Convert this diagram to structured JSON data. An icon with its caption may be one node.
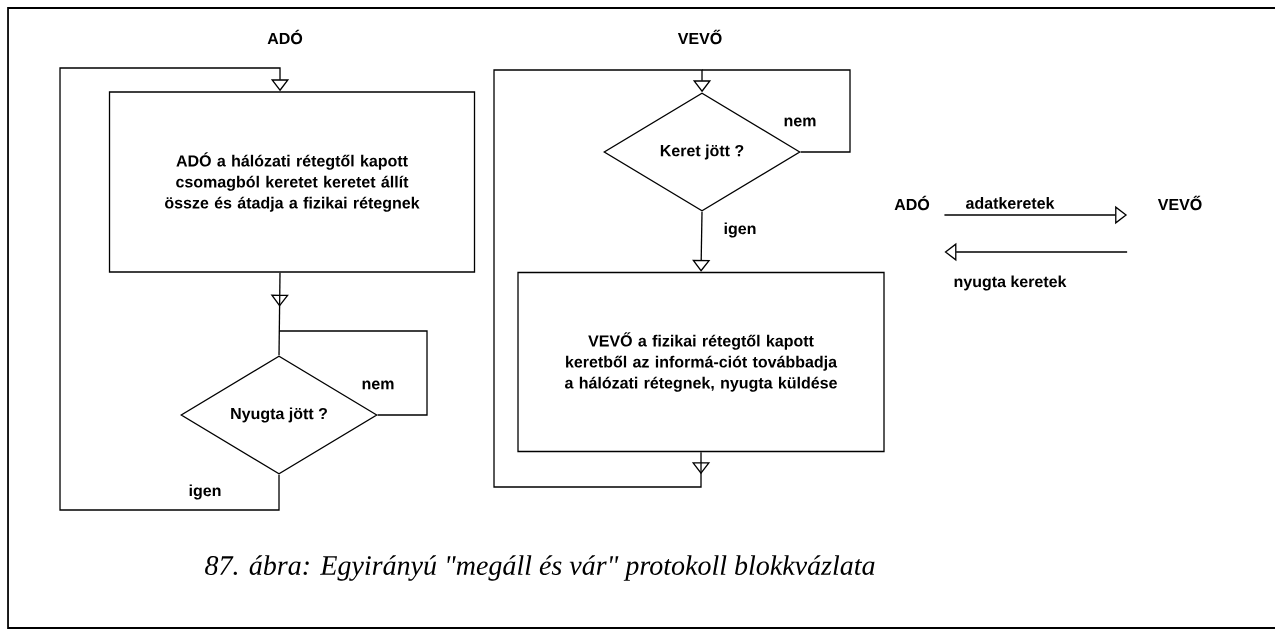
{
  "diagram": {
    "caption": "87. ábra: Egyirányú \"megáll és vár\" protokoll blokkvázlata",
    "nodes": [
      {
        "text": [
          "ADÓ a hálózati rétegtől kapott csomagból keretet keretet állít össze és átadja a fizikai rétegnek"
        ]
      },
      {
        "text": [
          "Nyugta jött ?"
        ]
      },
      {
        "text": [
          "Keret jött ?"
        ]
      },
      {
        "text": [
          "VEVŐ a fizikai rétegtől kapott keretből az informá-ciót továbbadja a hálózati rétegnek, nyugta küldése"
        ]
      },
      {
        "text": [
          "ADÓ"
        ]
      },
      {
        "text": [
          "VEVŐ"
        ]
      }
    ],
    "edges": [
      {
        "from": 0,
        "to": 1,
        "arrow": "to"
      },
      {
        "from": 1,
        "to": 1,
        "arrow": "none",
        "label": "nem"
      },
      {
        "from": 1,
        "to": 0,
        "arrow": "to",
        "label": "igen"
      },
      {
        "from": 2,
        "to": 2,
        "arrow": "none",
        "label": "nem"
      },
      {
        "from": 2,
        "to": 3,
        "arrow": "to",
        "label": "igen"
      },
      {
        "from": 3,
        "to": 2,
        "arrow": "to"
      },
      {
        "from": 4,
        "to": 5,
        "arrow": "to",
        "label": "adatkeretek"
      },
      {
        "from": 5,
        "to": 4,
        "arrow": "to",
        "label": "nyugta keretek"
      }
    ],
    "labels": [
      "ADÓ",
      "VEVŐ"
    ]
  }
}
